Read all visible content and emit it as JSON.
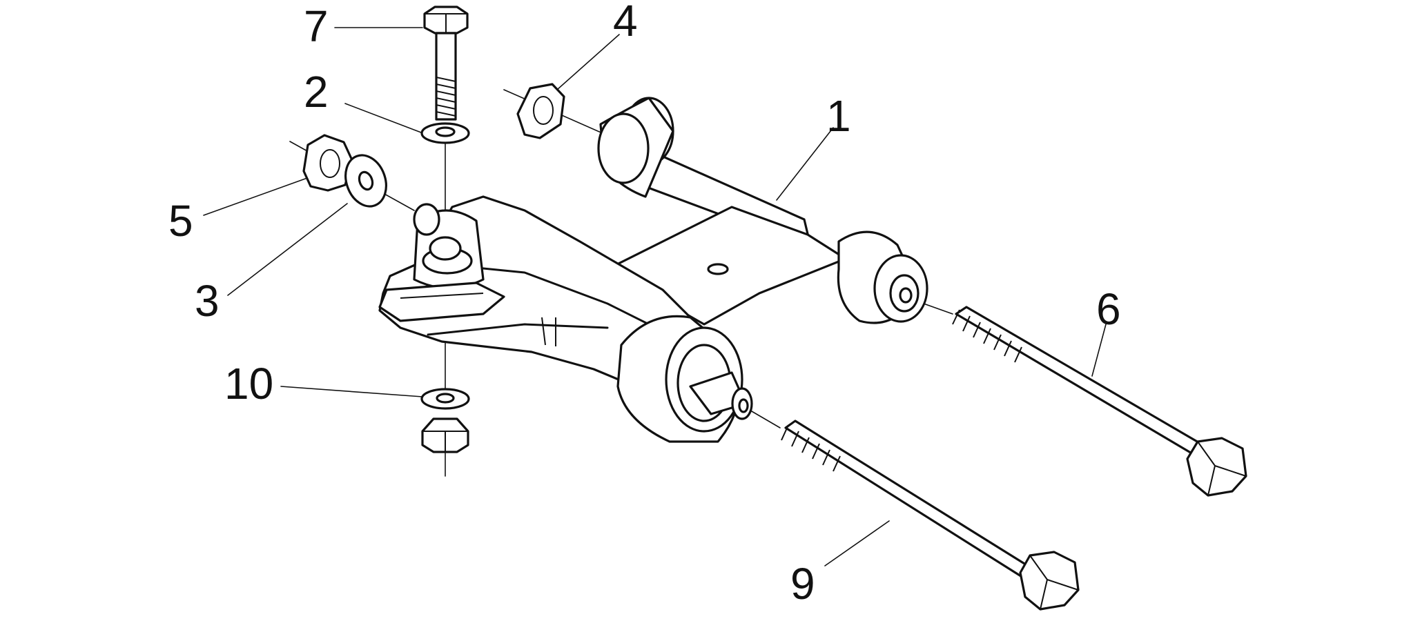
{
  "callouts": {
    "c1": "1",
    "c2": "2",
    "c3": "3",
    "c4": "4",
    "c5": "5",
    "c6": "6",
    "c7": "7",
    "c9": "9",
    "c10": "10"
  },
  "colors": {
    "ink": "#111111",
    "background": "#ffffff"
  }
}
